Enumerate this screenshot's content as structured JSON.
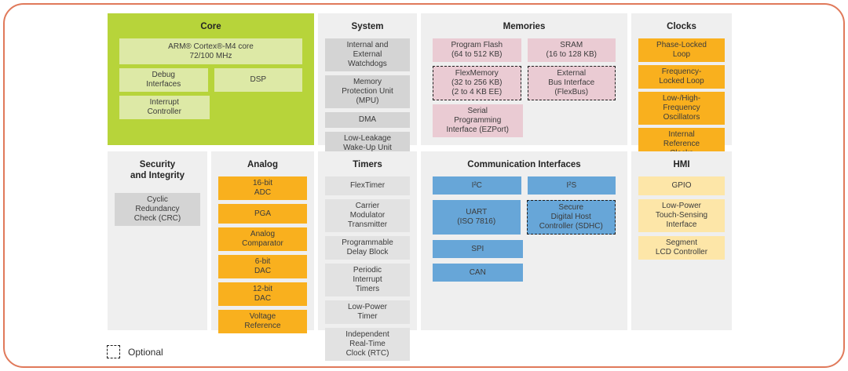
{
  "palette": {
    "frame_border": "#e0795a",
    "section_bg": "#efefef",
    "core_bg": "#b7d43a",
    "core_block": "#dde9a6",
    "system_block": "#d4d4d4",
    "memories_block": "#eacbd3",
    "clocks_block": "#f9b01e",
    "security_block": "#d4d4d4",
    "analog_block": "#f9b01e",
    "timers_block": "#e2e2e2",
    "comm_block": "#67a6d8",
    "hmi_block": "#fde6a8",
    "text": "#3b3b3b"
  },
  "legend": {
    "label": "Optional"
  },
  "diagram": {
    "sections": [
      {
        "id": "core",
        "title": "Core",
        "rows": [
          [
            {
              "label": "ARM® Cortex®-M4 core\n72/100 MHz"
            }
          ],
          [
            {
              "label": "Debug\nInterfaces"
            },
            {
              "label": "DSP"
            }
          ],
          [
            {
              "label": "Interrupt\nController"
            },
            null
          ]
        ]
      },
      {
        "id": "system",
        "title": "System",
        "rows": [
          [
            {
              "label": "Internal and\nExternal\nWatchdogs"
            }
          ],
          [
            {
              "label": "Memory\nProtection Unit\n(MPU)"
            }
          ],
          [
            {
              "label": "DMA"
            }
          ],
          [
            {
              "label": "Low-Leakage\nWake-Up Unit"
            }
          ]
        ]
      },
      {
        "id": "memories",
        "title": "Memories",
        "rows": [
          [
            {
              "label": "Program Flash\n(64 to 512 KB)"
            },
            {
              "label": "SRAM\n(16 to 128 KB)"
            }
          ],
          [
            {
              "label": "FlexMemory\n(32 to 256 KB)\n(2 to 4 KB EE)",
              "optional": true
            },
            {
              "label": "External\nBus Interface\n(FlexBus)",
              "optional": true
            }
          ],
          [
            {
              "label": "Serial\nProgramming\nInterface (EZPort)"
            },
            null
          ]
        ]
      },
      {
        "id": "clocks",
        "title": "Clocks",
        "rows": [
          [
            {
              "label": "Phase-Locked\nLoop"
            }
          ],
          [
            {
              "label": "Frequency-\nLocked Loop"
            }
          ],
          [
            {
              "label": "Low-/High-\nFrequency\nOscillators"
            }
          ],
          [
            {
              "label": "Internal\nReference\nClocks"
            }
          ]
        ]
      },
      {
        "id": "security",
        "title": "Security\nand Integrity",
        "rows": [
          [
            {
              "label": "Cyclic\nRedundancy\nCheck (CRC)"
            }
          ]
        ]
      },
      {
        "id": "analog",
        "title": "Analog",
        "rows": [
          [
            {
              "label": "16-bit\nADC"
            }
          ],
          [
            {
              "label": "PGA"
            }
          ],
          [
            {
              "label": "Analog\nComparator"
            }
          ],
          [
            {
              "label": "6-bit\nDAC"
            }
          ],
          [
            {
              "label": "12-bit\nDAC"
            }
          ],
          [
            {
              "label": "Voltage\nReference"
            }
          ]
        ]
      },
      {
        "id": "timers",
        "title": "Timers",
        "rows": [
          [
            {
              "label": "FlexTimer"
            }
          ],
          [
            {
              "label": "Carrier\nModulator\nTransmitter"
            }
          ],
          [
            {
              "label": "Programmable\nDelay Block"
            }
          ],
          [
            {
              "label": "Periodic\nInterrupt\nTimers"
            }
          ],
          [
            {
              "label": "Low-Power\nTimer"
            }
          ],
          [
            {
              "label": "Independent\nReal-Time\nClock (RTC)"
            }
          ]
        ]
      },
      {
        "id": "comm",
        "title": "Communication Interfaces",
        "rows": [
          [
            {
              "label": "I²C"
            },
            {
              "label": "I²S"
            }
          ],
          [
            {
              "label": "UART\n(ISO 7816)"
            },
            {
              "label": "Secure\nDigital Host\nController (SDHC)",
              "optional": true
            }
          ],
          [
            {
              "label": "SPI"
            },
            null
          ],
          [
            {
              "label": "CAN"
            },
            null
          ]
        ]
      },
      {
        "id": "hmi",
        "title": "HMI",
        "rows": [
          [
            {
              "label": "GPIO"
            }
          ],
          [
            {
              "label": "Low-Power\nTouch-Sensing\nInterface"
            }
          ],
          [
            {
              "label": "Segment\nLCD Controller"
            }
          ]
        ]
      }
    ]
  }
}
